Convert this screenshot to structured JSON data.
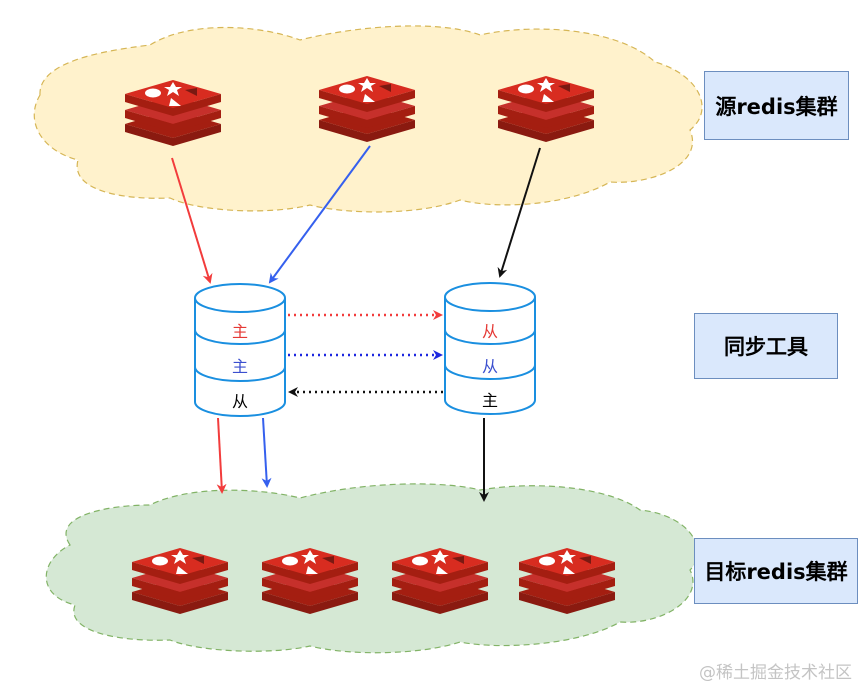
{
  "labels": {
    "source_cluster": "源redis集群",
    "sync_tool": "同步工具",
    "target_cluster": "目标redis集群"
  },
  "left_tool": {
    "layers": [
      "主",
      "主",
      "从"
    ],
    "layer_colors": [
      "#e53935",
      "#3b4fcf",
      "#000000"
    ]
  },
  "right_tool": {
    "layers": [
      "从",
      "从",
      "主"
    ],
    "layer_colors": [
      "#e53935",
      "#3b4fcf",
      "#000000"
    ]
  },
  "colors": {
    "red_arrow": "#f23c3c",
    "blue_arrow": "#3560ee",
    "black_arrow": "#111111",
    "dotted_blue": "#1d27e0",
    "source_cloud_fill": "#fff2cc",
    "source_cloud_stroke": "#d6b656",
    "target_cloud_fill": "#d5e8d4",
    "target_cloud_stroke": "#82b366",
    "cylinder_stroke": "#1a8fe0",
    "redis_red": "#c6302b"
  },
  "icons": {
    "source": [
      "redis-logo-icon",
      "redis-logo-icon",
      "redis-logo-icon"
    ],
    "target": [
      "redis-logo-icon",
      "redis-logo-icon",
      "redis-logo-icon",
      "redis-logo-icon"
    ]
  },
  "watermark": "@稀土掘金技术社区"
}
